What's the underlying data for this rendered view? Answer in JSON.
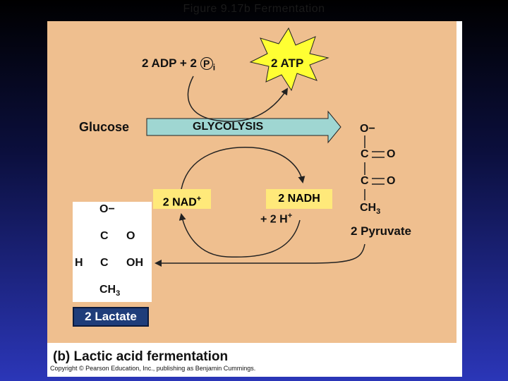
{
  "slide_title": "Figure 9.17b Fermentation",
  "figure": {
    "adp_text": "2 ADP + 2",
    "pi_circle": "P",
    "pi_sub": "i",
    "atp_label": "2 ATP",
    "glucose_label": "Glucose",
    "glycolysis_label": "GLYCOLYSIS",
    "nad_label": "2 NAD",
    "nad_sup": "+",
    "nadh_label": "2 NADH",
    "h_label": "+ 2 H",
    "h_sup": "+",
    "pyruvate": {
      "o_minus": "O−",
      "c1": "C",
      "o1": "O",
      "c2": "C",
      "o2": "O",
      "ch3": "CH",
      "ch3_sub": "3",
      "label": "2 Pyruvate"
    },
    "lactate": {
      "o_minus": "O−",
      "c1": "C",
      "o1": "O",
      "h": "H",
      "c2": "C",
      "oh": "OH",
      "ch3": "CH",
      "ch3_sub": "3",
      "label": "2 Lactate"
    },
    "caption": "(b) Lactic acid fermentation",
    "copyright": "Copyright © Pearson Education, Inc., publishing as Benjamin Cummings."
  },
  "colors": {
    "panel": "#efbf8f",
    "glycolysis_arrow": "#9fd6d2",
    "atp_star": "#ffff33",
    "nad_box": "#ffe97a",
    "lactate_label_bg": "#1f3d7a"
  }
}
